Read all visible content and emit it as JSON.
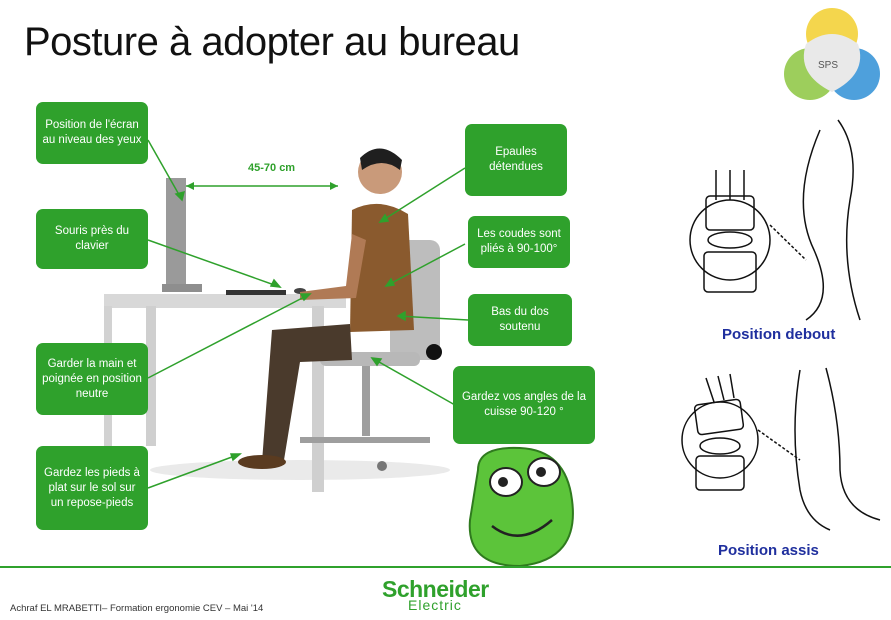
{
  "title": "Posture à adopter au bureau",
  "logo": {
    "label": "SPS",
    "colors": [
      "#f3d23a",
      "#8cc63f",
      "#2f8fd6"
    ]
  },
  "distance_label": "45-70 cm",
  "callouts_left": [
    "Position de l'écran au niveau des yeux",
    "Souris près du clavier",
    "Garder la main et poignée en position neutre",
    "Gardez les pieds à plat sur le sol sur un repose-pieds"
  ],
  "callouts_right": [
    "Epaules détendues",
    "Les coudes sont pliés à 90-100°",
    "Bas du dos soutenu",
    "Gardez vos angles de la cuisse 90-120 °"
  ],
  "captions": {
    "standing": "Position debout",
    "sitting": "Position assis"
  },
  "footer": {
    "author": "Achraf EL MRABETTI– Formation ergonomie CEV – Mai '14",
    "brand_top": "Schneider",
    "brand_bottom": "Electric"
  },
  "accent_color": "#2fa12c",
  "caption_color": "#1f2f9e"
}
